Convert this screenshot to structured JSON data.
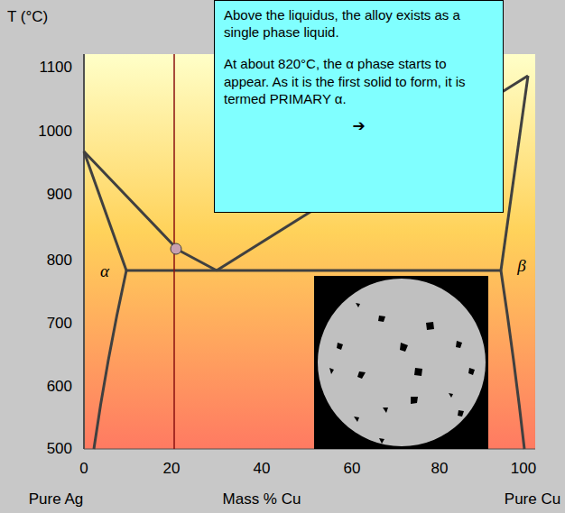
{
  "diagram": {
    "nodes": [
      {
        "text": [
          "Above the liquidus, the alloy exists as a single phase liquid.",
          "At about 820°C, the α phase starts to appear.  As it is the first solid to form, it is termed PRIMARY α.",
          "➔"
        ]
      }
    ],
    "labels": [
      "T (°C)",
      "1100",
      "1000",
      "900",
      "800",
      "700",
      "600",
      "500",
      "0",
      "20",
      "40",
      "60",
      "80",
      "100",
      "Pure Ag",
      "Mass % Cu",
      "Pure Cu",
      "α",
      "β"
    ]
  }
}
